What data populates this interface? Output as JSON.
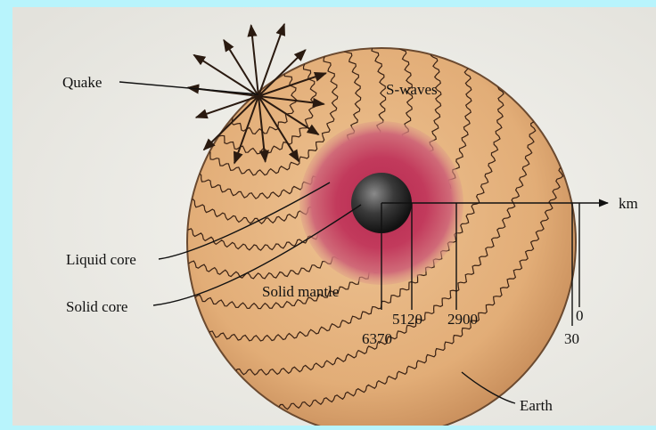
{
  "labels": {
    "quake": "Quake",
    "s_waves": "S-waves",
    "liquid_core": "Liquid core",
    "solid_core": "Solid core",
    "solid_mantle": "Solid mantle",
    "earth": "Earth",
    "km": "km"
  },
  "depth_scale": {
    "ticks": [
      "0",
      "30",
      "2900",
      "5120",
      "6370"
    ]
  },
  "colors": {
    "background": "#b8f4fc",
    "page": "#f1f0ea",
    "mantle": "#e4b27c",
    "liquid_core": "#c43d5e",
    "solid_core": "#2e2e2e",
    "lines": "#111111"
  }
}
